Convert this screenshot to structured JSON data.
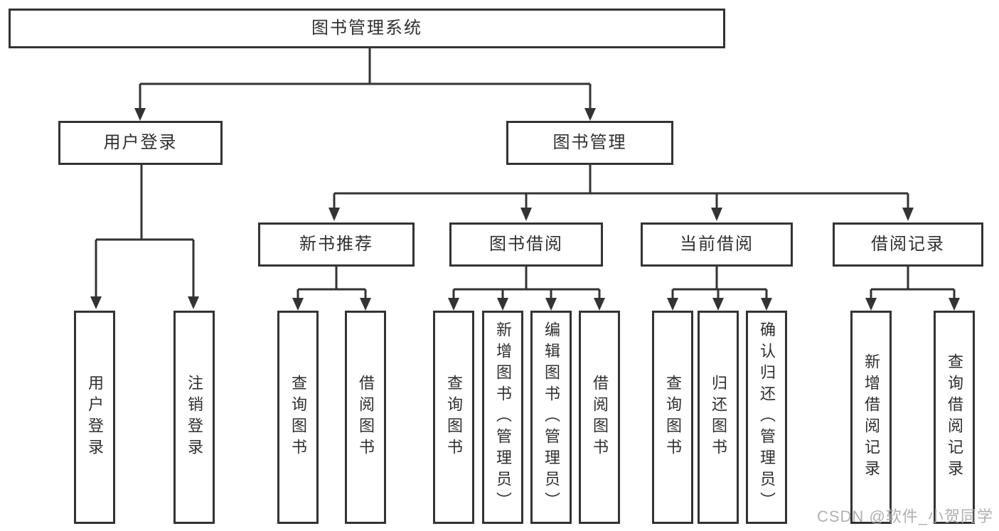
{
  "title": "图书管理系统",
  "nodes": {
    "user_login": {
      "label": "用户登录",
      "children": [
        "用户登录",
        "注销登录"
      ]
    },
    "book_mgmt": {
      "label": "图书管理"
    },
    "new_book_rec": {
      "label": "新书推荐",
      "children": [
        "查询图书",
        "借阅图书"
      ]
    },
    "book_borrow": {
      "label": "图书借阅",
      "children": [
        "查询图书",
        "新增图书（管理员）",
        "编辑图书（管理员）",
        "借阅图书"
      ]
    },
    "current_borrow": {
      "label": "当前借阅",
      "children": [
        "查询图书",
        "归还图书",
        "确认归还（管理员）"
      ]
    },
    "borrow_record": {
      "label": "借阅记录",
      "children": [
        "新增借阅记录",
        "查询借阅记录"
      ]
    }
  },
  "watermark": "CSDN @软件_小贺同学",
  "colors": {
    "line": "#333333",
    "background": "#ffffff",
    "text": "#2f2f2f",
    "watermark": "#a8a8a8"
  }
}
